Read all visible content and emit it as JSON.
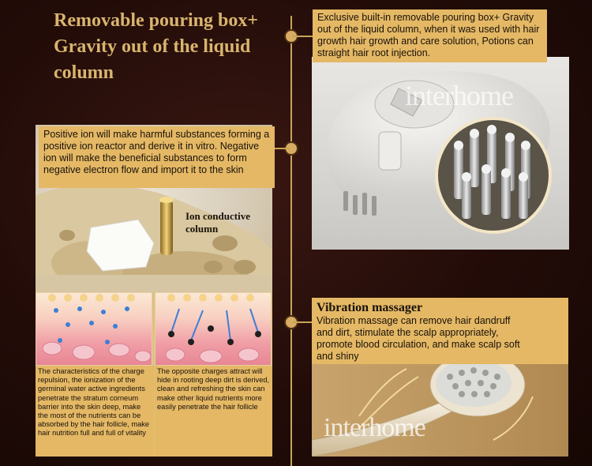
{
  "header": {
    "title_lines": [
      "Removable pouring box+",
      "Gravity out of the liquid",
      "column"
    ]
  },
  "callouts": {
    "top_right": "Exclusive built-in removable pouring box+ Gravity out of the liquid column, when it was used with hair growth hair growth and care solution, Potions can straight hair root injection.",
    "middle_left": "Positive ion will make harmful substances forming a positive ion reactor and derive it in vitro. Negative ion will make the beneficial substances to form negative electron flow and import it to the skin"
  },
  "ion_label": "Ion conductive column",
  "captions": {
    "left": "The characteristics of the charge repulsion, the ionization of the germinal water active ingredients penetrate the stratum corneum barrier into the skin deep, make the most of the nutrients can be absorbed by the hair follicle, make hair nutrition full and full of vitality",
    "right": "The opposite charges attract will hide in rooting deep dirt is derived, clean and refreshing the skin can make other liquid nutrients more easily penetrate the hair follicle"
  },
  "vibration": {
    "heading": "Vibration massager",
    "text": "Vibration massage can remove hair dandruff and dirt, stimulate the scalp appropriately, promote blood circulation, and make scalp soft and shiny"
  },
  "watermark": "interhome",
  "colors": {
    "gold": "#e4b865",
    "title_gold": "#d9b56e",
    "background": "#220c08"
  }
}
